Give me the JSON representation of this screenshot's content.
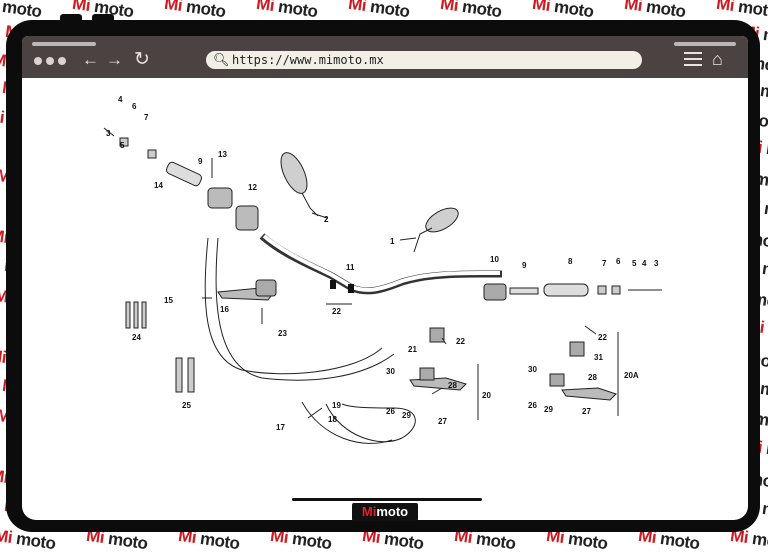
{
  "browser": {
    "url": "https://www.mimoto.mx",
    "icons": {
      "back": "arrow-left-icon",
      "forward": "arrow-right-icon",
      "reload": "reload-icon",
      "search": "search-icon",
      "menu": "hamburger-menu-icon",
      "home": "home-icon"
    }
  },
  "watermark": {
    "mi": "Mi",
    "moto": "moto"
  },
  "logo": {
    "mi": "Mi",
    "moto": "moto"
  },
  "colors": {
    "brand_red": "#d01a22",
    "toolbar": "#4a4342",
    "frame": "#0c0c0c"
  },
  "diagram": {
    "labels": {
      "l1": "1",
      "l2": "2",
      "l3a": "3",
      "l3b": "3",
      "l4a": "4",
      "l4b": "4",
      "l5a": "5",
      "l5b": "5",
      "l6a": "6",
      "l6b": "6",
      "l7a": "7",
      "l7b": "7",
      "l8": "8",
      "l9a": "9",
      "l9b": "9",
      "l10": "10",
      "l11": "11",
      "l12": "12",
      "l13": "13",
      "l14": "14",
      "l15": "15",
      "l16": "16",
      "l17": "17",
      "l18": "18",
      "l19": "19",
      "l20": "20",
      "l20A": "20A",
      "l21": "21",
      "l22a": "22",
      "l22b": "22",
      "l22c": "22",
      "l23": "23",
      "l24": "24",
      "l25": "25",
      "l26a": "26",
      "l26b": "26",
      "l27a": "27",
      "l27b": "27",
      "l28a": "28",
      "l28b": "28",
      "l29a": "29",
      "l29b": "29",
      "l30a": "30",
      "l30b": "30",
      "l31": "31"
    }
  }
}
